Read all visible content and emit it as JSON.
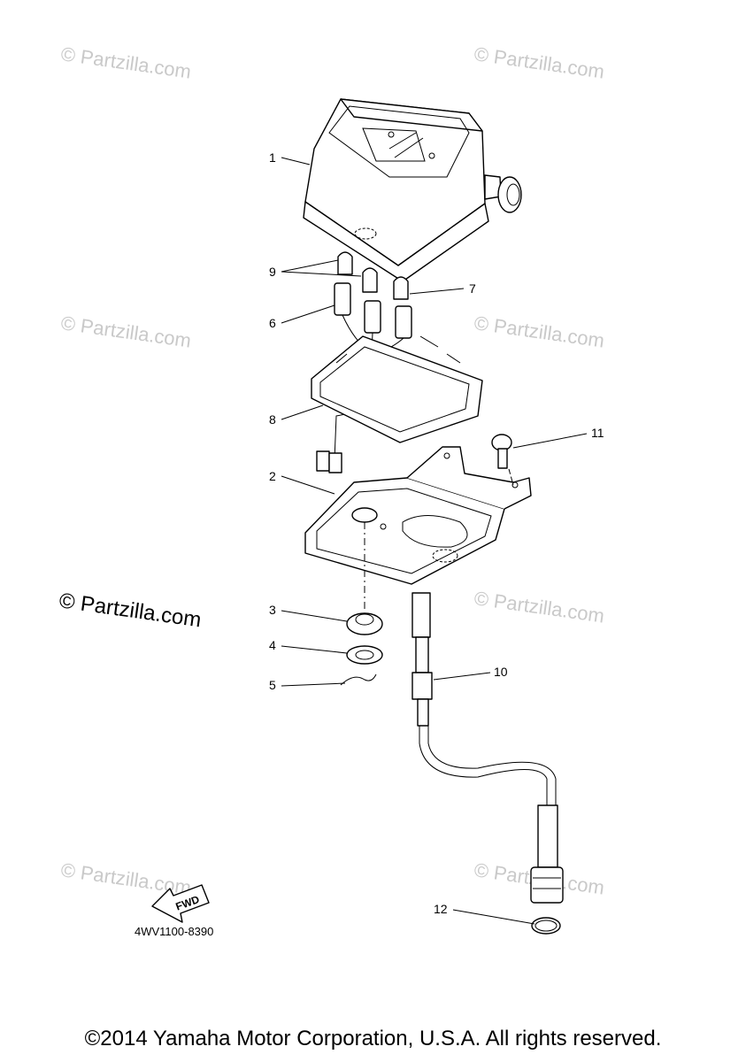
{
  "callouts": {
    "c1": "1",
    "c2": "2",
    "c3": "3",
    "c4": "4",
    "c5": "5",
    "c6": "6",
    "c7": "7",
    "c8": "8",
    "c9": "9",
    "c10": "10",
    "c11": "11",
    "c12": "12"
  },
  "watermark": {
    "text": "© Partzilla.com"
  },
  "diagram_code": "4WV1100-8390",
  "fwd_label": "FWD",
  "copyright": "©2014 Yamaha Motor Corporation, U.S.A. All rights reserved."
}
